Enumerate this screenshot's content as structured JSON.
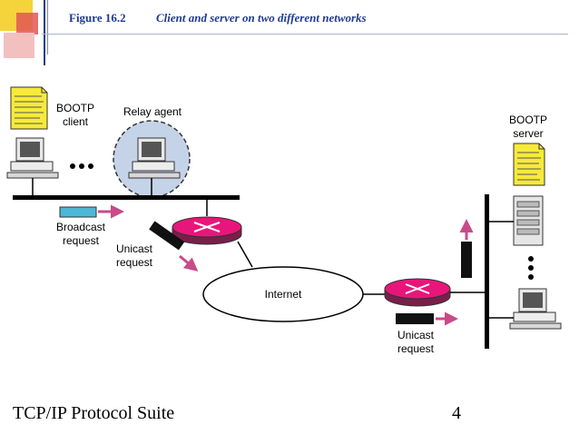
{
  "slide": {
    "figure_label": "Figure 16.2",
    "figure_caption": "Client and server on two different networks",
    "footer_title": "TCP/IP Protocol Suite",
    "page_number": "4"
  },
  "diagram": {
    "bootp_client_line1": "BOOTP",
    "bootp_client_line2": "client",
    "relay_agent": "Relay agent",
    "bootp_server_line1": "BOOTP",
    "bootp_server_line2": "server",
    "broadcast_line1": "Broadcast",
    "broadcast_line2": "request",
    "unicast1_line1": "Unicast",
    "unicast1_line2": "request",
    "internet": "Internet",
    "unicast2_line1": "Unicast",
    "unicast2_line2": "request"
  },
  "colors": {
    "accent_yellow": "#f5d33a",
    "accent_red": "#e25656",
    "title_blue": "#1f3a93",
    "router_pink": "#e8167a",
    "arrow_pink": "#c84a8a",
    "relay_fill": "#c5d3e8",
    "broadcast_packet": "#4fb7d6"
  }
}
